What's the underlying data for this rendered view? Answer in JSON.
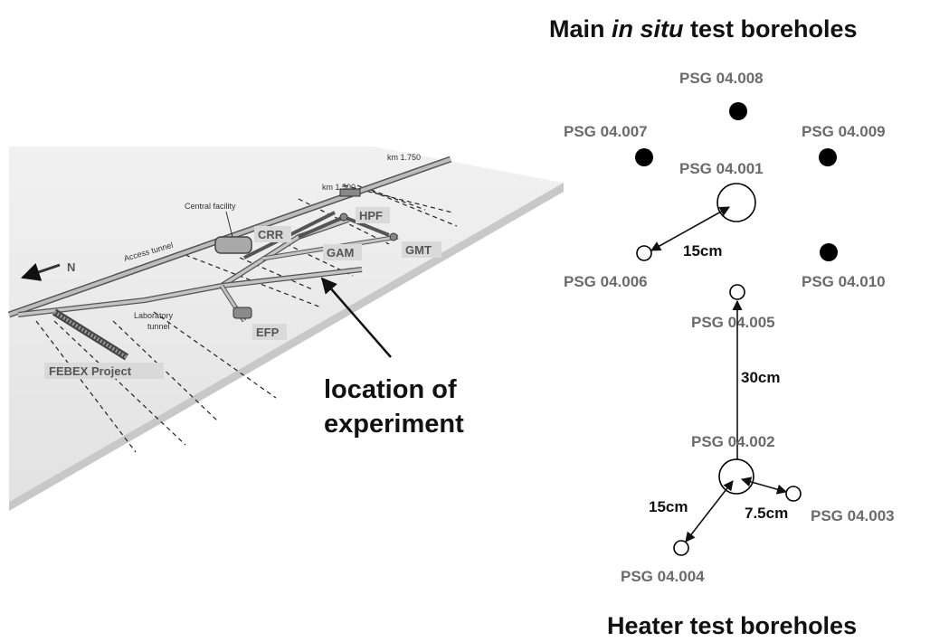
{
  "titles": {
    "main_pre": "Main ",
    "main_italic": "in situ",
    "main_post": " test boreholes",
    "heater": "Heater test boreholes"
  },
  "map": {
    "tunnels": {
      "access": "Access tunnel",
      "laboratory_line1": "Laboratory",
      "laboratory_line2": "tunnel"
    },
    "km_marks": [
      "km 1.750",
      "km 1.500"
    ],
    "central_facility": "Central facility",
    "sites": [
      "HPF",
      "CRR",
      "GAM",
      "GMT",
      "EFP",
      "FEBEX Project"
    ],
    "north": "N",
    "location_line1": "location of",
    "location_line2": "experiment"
  },
  "boreholes": {
    "b008": "PSG 04.008",
    "b007": "PSG 04.007",
    "b009": "PSG 04.009",
    "b001": "PSG 04.001",
    "b006": "PSG 04.006",
    "b010": "PSG 04.010",
    "b005": "PSG 04.005",
    "b002": "PSG 04.002",
    "b003": "PSG 04.003",
    "b004": "PSG 04.004"
  },
  "distances": {
    "d_001_006": "15cm",
    "d_005_002": "30cm",
    "d_002_004": "15cm",
    "d_002_003": "7.5cm"
  }
}
